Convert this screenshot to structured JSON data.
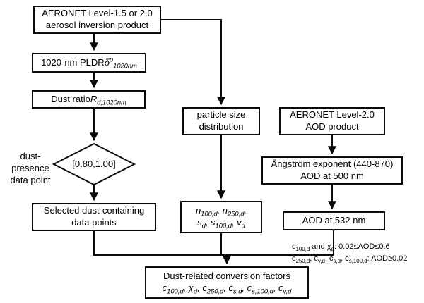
{
  "nodes": {
    "inversion_product": {
      "lines": [
        "AERONET Level-1.5 or 2.0",
        "aerosol inversion product"
      ]
    },
    "pldr": {
      "prefix": "1020-nm PLDR ",
      "math": "δ^{p}_{1020nm}"
    },
    "dust_ratio": {
      "prefix": "Dust ratio ",
      "math": "R_{d,1020nm}"
    },
    "dust_check": {
      "value": "[0.80,1.00]",
      "label_lines": [
        "dust-presence",
        "data point"
      ]
    },
    "selected_points": {
      "lines": [
        "Selected dust-containing",
        "data points"
      ]
    },
    "psd": {
      "lines": [
        "particle size",
        "distribution"
      ]
    },
    "microphysics": {
      "lines": [
        "n_{100,d}, n_{250,d},",
        "s_{d}, s_{100,d}, v_{d}"
      ]
    },
    "aod_product": {
      "lines": [
        "AERONET Level-2.0",
        "AOD product"
      ]
    },
    "angstrom": {
      "lines": [
        "Ångström exponent (440-870)",
        "AOD at 500 nm"
      ]
    },
    "aod_532": {
      "text": "AOD at 532 nm"
    },
    "conversion": {
      "title": "Dust-related conversion factors",
      "math": "c_{100,d}, χ_{d}, c_{250,d}, c_{s,d}, c_{s,100,d}, c_{v,d}"
    }
  },
  "notes": {
    "line1": "c_{100,d} and χ_{d}: 0.02≤AOD≤0.6",
    "line2": "c_{250,d}, c_{v,d}, c_{s,d}, c_{s,100,d}: AOD≥0.02"
  },
  "colors": {
    "line": "#0a0a0a",
    "box_bg": "#ffffff",
    "text": "#000000"
  }
}
